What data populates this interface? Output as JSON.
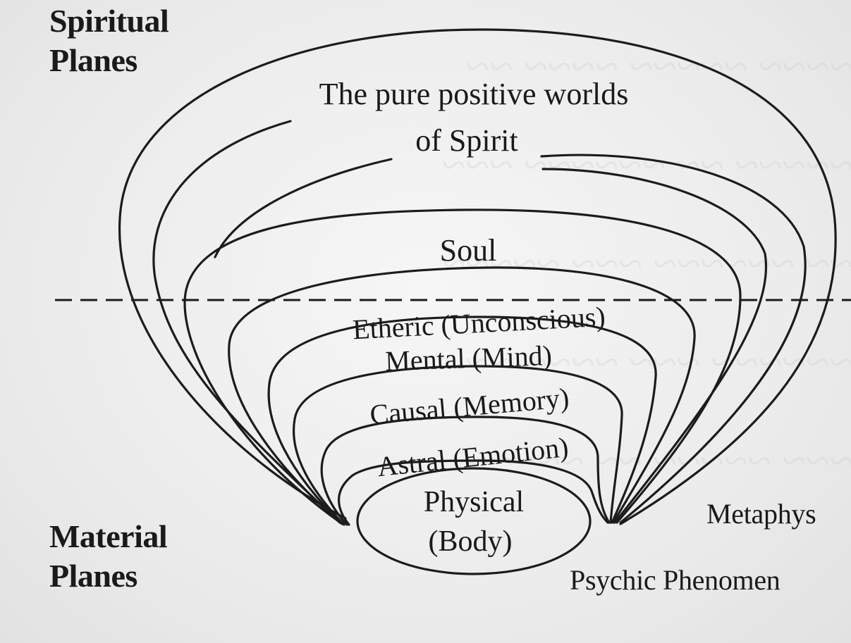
{
  "diagram": {
    "title": "",
    "top_left_label": {
      "line1": "Spiritual",
      "line2": "Planes"
    },
    "bottom_left_label": {
      "line1": "Material",
      "line2": "Planes"
    },
    "right_labels": {
      "metaphysics": "Metaphys",
      "psychic": "Psychic Phenomen"
    },
    "levels": {
      "spirit": {
        "line1": "The pure positive worlds",
        "line2": "of Spirit"
      },
      "soul": "Soul",
      "etheric": "Etheric (Unconscious)",
      "mental": "Mental (Mind)",
      "causal": "Causal (Memory)",
      "astral": "Astral (Emotion)",
      "physical": {
        "line1": "Physical",
        "line2": "(Body)"
      }
    }
  }
}
